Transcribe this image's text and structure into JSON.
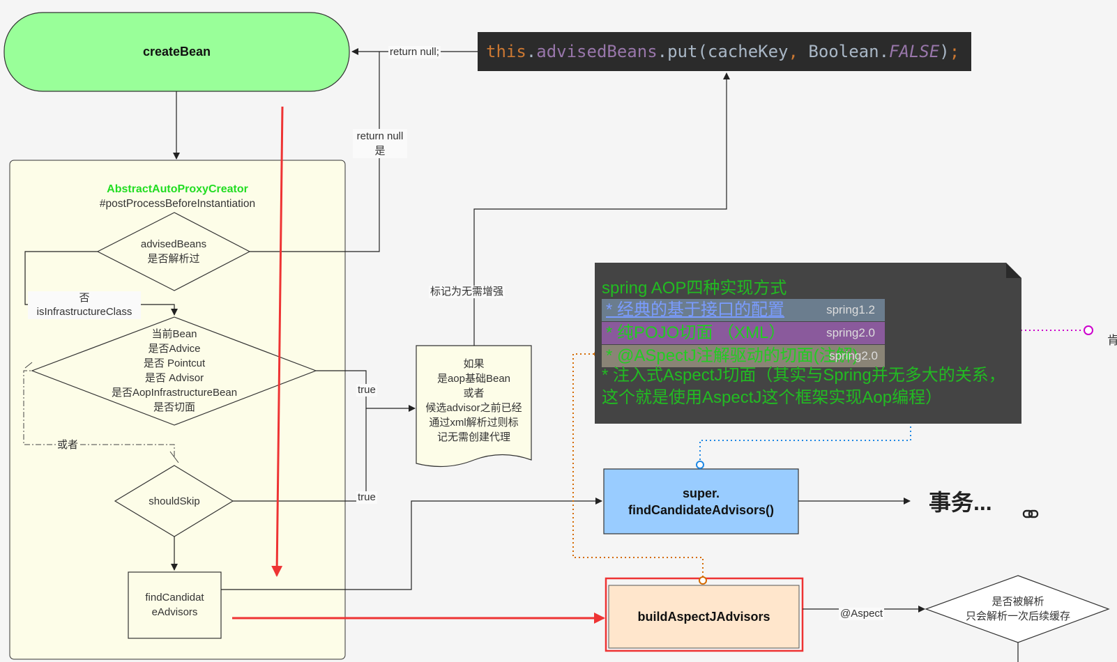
{
  "nodes": {
    "create_bean": "createBean",
    "panel_title": "AbstractAutoProxyCreator",
    "panel_subtitle": "#postProcessBeforeInstantiation",
    "advised_beans": [
      "advisedBeans",
      "是否解析过"
    ],
    "current_bean": [
      "当前Bean",
      "是否Advice",
      "是否 Pointcut",
      "是否 Advisor",
      "是否AopInfrastructureBean",
      "是否切面"
    ],
    "should_skip": "shouldSkip",
    "find_candidate_advisors": [
      "findCandidat",
      "eAdvisors"
    ],
    "doc_note": [
      "如果",
      "是aop基础Bean",
      "或者",
      "候选advisor之前已经",
      "通过xml解析过则标",
      "记无需创建代理"
    ],
    "super_find": [
      "super.",
      "findCandidateAdvisors()"
    ],
    "build_aspectj": "buildAspectJAdvisors",
    "transaction": "事务...",
    "is_parsed": [
      "是否被解析",
      "只会解析一次后续缓存"
    ],
    "cut_right_text": "肯"
  },
  "code": {
    "part1": "this",
    "dot1": ".",
    "field": "advisedBeans",
    "dot2": ".",
    "method": "put",
    "paren_open": "(",
    "arg1": "cacheKey",
    "comma": ", ",
    "cls": "Boolean",
    "dot3": ".",
    "const": "FALSE",
    "paren_close": ")",
    "semi": ";"
  },
  "edge_labels": {
    "return_null_top": "return null;",
    "return_null_yes_1": "return null",
    "return_null_yes_2": "是",
    "no": "否",
    "is_infra": "isInfrastructureClass",
    "or": "或者",
    "true_1": "true",
    "true_2": "true",
    "mark_no_enhance": "标记为无需增强",
    "at_aspect": "@Aspect"
  },
  "note": {
    "title": "spring AOP四种实现方式",
    "row1_text": "* 经典的基于接口的配置",
    "row1_tag": "spring1.2",
    "row2_text": "* 纯POJO切面 （XML）",
    "row2_tag": "spring2.0",
    "row3_text": "* @ASpectJ注解驱动的切面(注解)",
    "row3_tag": "spring2.0",
    "row4_text": "* 注入式AspectJ切面（其实与Spring并无多大的关系，这个就是使用AspectJ这个框架实现Aop编程）"
  },
  "colors": {
    "create_bean_fill": "#99ff99",
    "panel_fill": "#fdfde8",
    "super_find_fill": "#99ccff",
    "build_fill": "#ffe6cc",
    "highlight_red": "#ee3333",
    "note_green": "#22bb22"
  }
}
